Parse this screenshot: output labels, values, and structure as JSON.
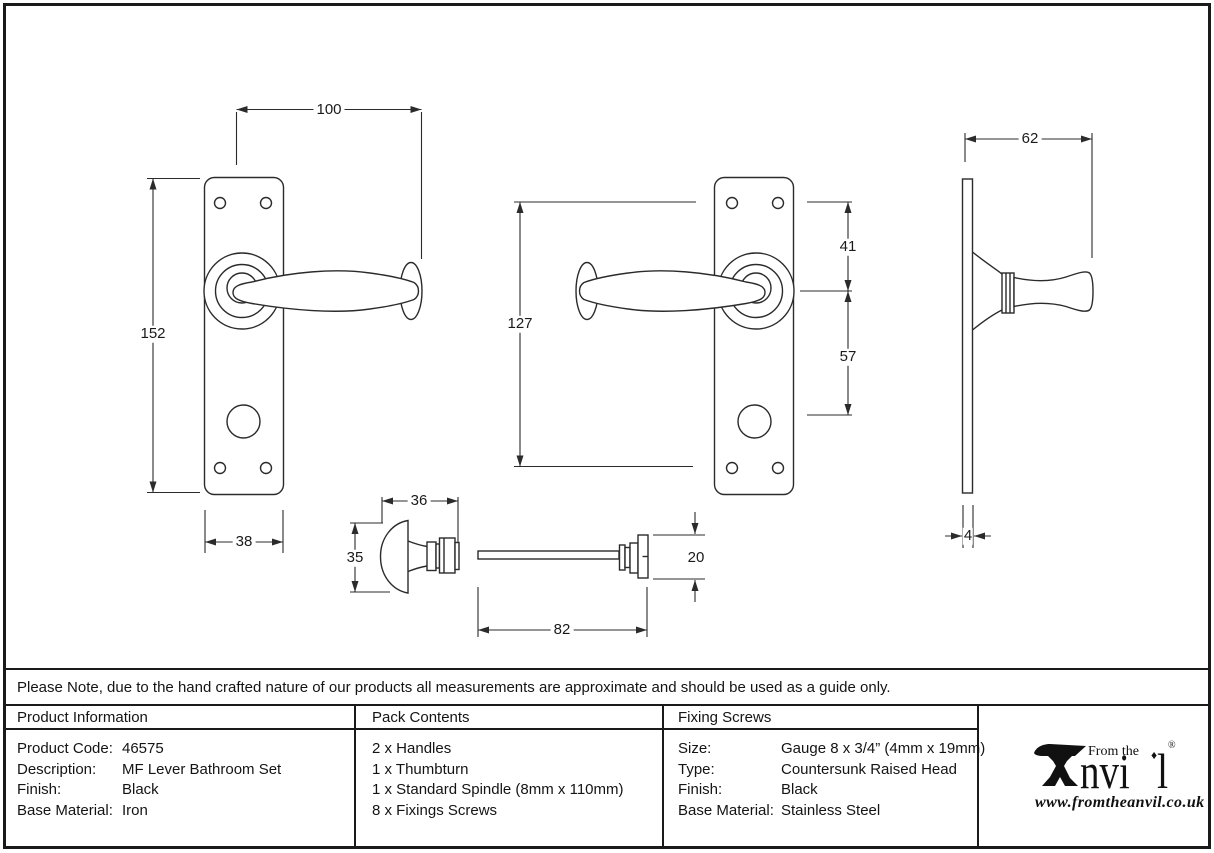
{
  "drawings": {
    "dims": {
      "front_lever_length": "100",
      "front_plate_height": "152",
      "front_plate_width": "38",
      "mirrored_fixing_centres": "127",
      "fixing_to_spindle": "41",
      "spindle_to_turn": "57",
      "side_projection": "62",
      "side_plate_thickness": "4",
      "thumbturn_width": "36",
      "thumbturn_height": "35",
      "spindle_length": "82",
      "spindle_turn_diameter": "20"
    }
  },
  "note": {
    "text": "Please Note, due to the hand crafted nature of our products all measurements are approximate and should be used as a guide only."
  },
  "table": {
    "product_information": {
      "header": "Product Information",
      "rows": [
        {
          "label": "Product Code:",
          "value": "46575"
        },
        {
          "label": "Description:",
          "value": "MF Lever Bathroom Set"
        },
        {
          "label": "Finish:",
          "value": "Black"
        },
        {
          "label": "Base Material:",
          "value": "Iron"
        }
      ]
    },
    "pack_contents": {
      "header": "Pack Contents",
      "items": [
        "2 x Handles",
        "1 x Thumbturn",
        "1 x Standard Spindle (8mm x 110mm)",
        "8 x Fixings Screws"
      ]
    },
    "fixing_screws": {
      "header": "Fixing Screws",
      "rows": [
        {
          "label": "Size:",
          "value": "Gauge 8 x 3/4” (4mm x 19mm)"
        },
        {
          "label": "Type:",
          "value": "Countersunk Raised Head"
        },
        {
          "label": "Finish:",
          "value": "Black"
        },
        {
          "label": "Base Material:",
          "value": "Stainless Steel"
        }
      ]
    }
  },
  "logo": {
    "tagline": "From the",
    "name_part1": "nvi",
    "name_part2": "l",
    "bullet": "♦",
    "registered": "®",
    "website": "www.fromtheanvil.co.uk"
  }
}
